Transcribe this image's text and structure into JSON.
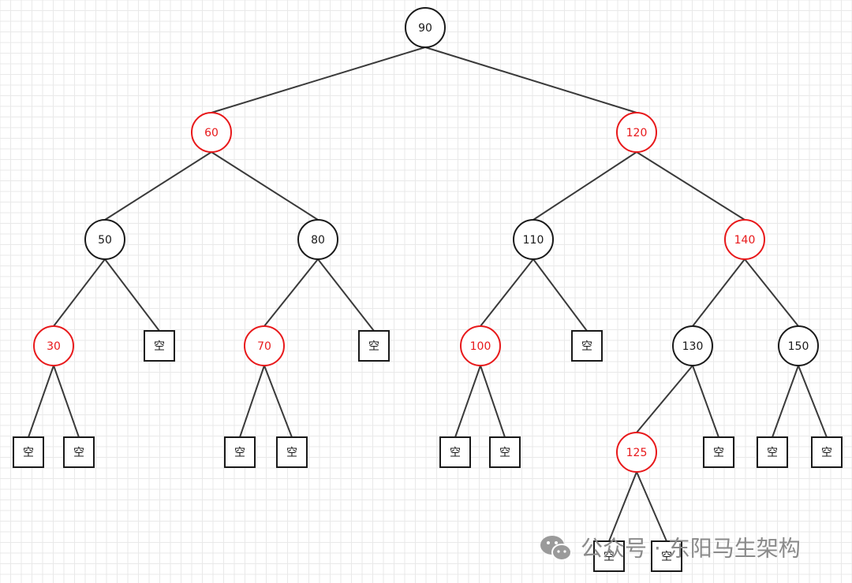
{
  "colors": {
    "black": "#1a1a1a",
    "red": "#e8191b",
    "grid": "#e9e9e9",
    "edge": "#3a3a3a",
    "watermark": "#8a8a8a"
  },
  "tree": {
    "nodes": [
      {
        "id": "n90",
        "label": "90",
        "kind": "circle",
        "color": "black"
      },
      {
        "id": "n60",
        "label": "60",
        "kind": "circle",
        "color": "red"
      },
      {
        "id": "n120",
        "label": "120",
        "kind": "circle",
        "color": "red"
      },
      {
        "id": "n50",
        "label": "50",
        "kind": "circle",
        "color": "black"
      },
      {
        "id": "n80",
        "label": "80",
        "kind": "circle",
        "color": "black"
      },
      {
        "id": "n110",
        "label": "110",
        "kind": "circle",
        "color": "black"
      },
      {
        "id": "n140",
        "label": "140",
        "kind": "circle",
        "color": "red"
      },
      {
        "id": "n30",
        "label": "30",
        "kind": "circle",
        "color": "red"
      },
      {
        "id": "e50r",
        "label": "空",
        "kind": "leaf",
        "color": "black"
      },
      {
        "id": "n70",
        "label": "70",
        "kind": "circle",
        "color": "red"
      },
      {
        "id": "e80r",
        "label": "空",
        "kind": "leaf",
        "color": "black"
      },
      {
        "id": "n100",
        "label": "100",
        "kind": "circle",
        "color": "red"
      },
      {
        "id": "e110r",
        "label": "空",
        "kind": "leaf",
        "color": "black"
      },
      {
        "id": "n130",
        "label": "130",
        "kind": "circle",
        "color": "black"
      },
      {
        "id": "n150",
        "label": "150",
        "kind": "circle",
        "color": "black"
      },
      {
        "id": "e30l",
        "label": "空",
        "kind": "leaf",
        "color": "black"
      },
      {
        "id": "e30r",
        "label": "空",
        "kind": "leaf",
        "color": "black"
      },
      {
        "id": "e70l",
        "label": "空",
        "kind": "leaf",
        "color": "black"
      },
      {
        "id": "e70r",
        "label": "空",
        "kind": "leaf",
        "color": "black"
      },
      {
        "id": "e100l",
        "label": "空",
        "kind": "leaf",
        "color": "black"
      },
      {
        "id": "e100r",
        "label": "空",
        "kind": "leaf",
        "color": "black"
      },
      {
        "id": "n125",
        "label": "125",
        "kind": "circle",
        "color": "red"
      },
      {
        "id": "e130r",
        "label": "空",
        "kind": "leaf",
        "color": "black"
      },
      {
        "id": "e150l",
        "label": "空",
        "kind": "leaf",
        "color": "black"
      },
      {
        "id": "e150r",
        "label": "空",
        "kind": "leaf",
        "color": "black"
      },
      {
        "id": "e125l",
        "label": "空",
        "kind": "leaf",
        "color": "black"
      },
      {
        "id": "e125r",
        "label": "空",
        "kind": "leaf",
        "color": "black"
      }
    ],
    "edges": [
      [
        "n90",
        "n60"
      ],
      [
        "n90",
        "n120"
      ],
      [
        "n60",
        "n50"
      ],
      [
        "n60",
        "n80"
      ],
      [
        "n120",
        "n110"
      ],
      [
        "n120",
        "n140"
      ],
      [
        "n50",
        "n30"
      ],
      [
        "n50",
        "e50r"
      ],
      [
        "n80",
        "n70"
      ],
      [
        "n80",
        "e80r"
      ],
      [
        "n110",
        "n100"
      ],
      [
        "n110",
        "e110r"
      ],
      [
        "n140",
        "n130"
      ],
      [
        "n140",
        "n150"
      ],
      [
        "n30",
        "e30l"
      ],
      [
        "n30",
        "e30r"
      ],
      [
        "n70",
        "e70l"
      ],
      [
        "n70",
        "e70r"
      ],
      [
        "n100",
        "e100l"
      ],
      [
        "n100",
        "e100r"
      ],
      [
        "n130",
        "n125"
      ],
      [
        "n130",
        "e130r"
      ],
      [
        "n150",
        "e150l"
      ],
      [
        "n150",
        "e150r"
      ],
      [
        "n125",
        "e125l"
      ],
      [
        "n125",
        "e125r"
      ]
    ]
  },
  "watermark": {
    "text": "公众号 · 东阳马生架构",
    "icon": "wechat-icon"
  }
}
